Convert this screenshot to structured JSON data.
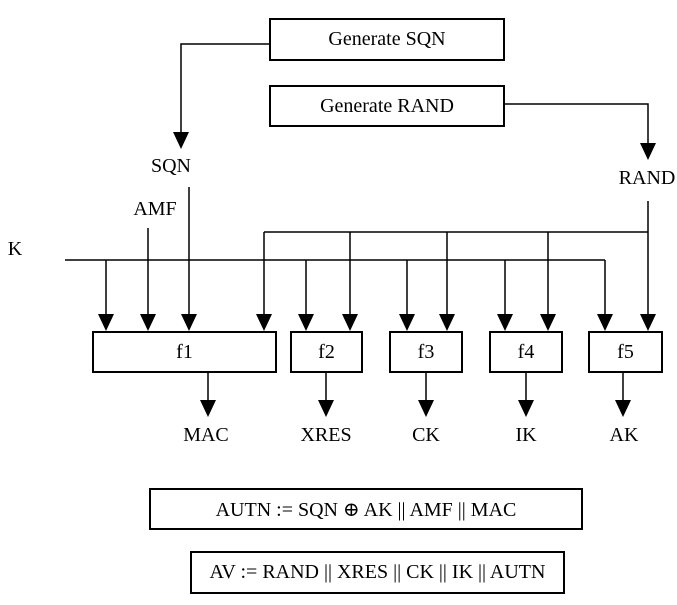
{
  "diagram": {
    "background_color": "#ffffff",
    "line_color": "#000000",
    "generator_boxes": {
      "sqn": "Generate SQN",
      "rand": "Generate RAND"
    },
    "signal_labels": {
      "sqn": "SQN",
      "rand": "RAND",
      "amf": "AMF",
      "k": "K"
    },
    "function_boxes": [
      "f1",
      "f2",
      "f3",
      "f4",
      "f5"
    ],
    "output_labels": [
      "MAC",
      "XRES",
      "CK",
      "IK",
      "AK"
    ],
    "formula_boxes": {
      "autn": "AUTN := SQN ⊕ AK || AMF || MAC",
      "av": "AV := RAND || XRES || CK || IK || AUTN"
    }
  }
}
